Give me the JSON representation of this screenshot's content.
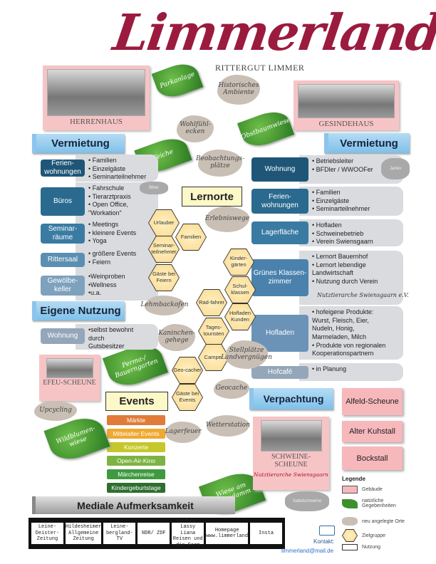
{
  "header": {
    "title": "Limmerland",
    "subtitle": "RITTERGUT LIMMER"
  },
  "buildings": {
    "herrenhaus": "HERRENHAUS",
    "gesindehaus": "GESINDEHAUS",
    "efeu": "EFEU-SCHEUNE",
    "schweine": "SCHWEINE-SCHEUNE",
    "schweine_sub": "Nutztierarche Swiensgaarn"
  },
  "left": {
    "heading": "Vermietung",
    "rows": [
      {
        "label": "Ferien-wohnungen",
        "items": [
          "• Familien",
          "• Einzelgäste",
          "• Seminarteilnehmer"
        ],
        "color": "#1f5677"
      },
      {
        "label": "Büros",
        "items": [
          "• Fahrschule",
          "• Tierarztpraxis",
          "• Open Office,",
          "  \"Workation\""
        ],
        "color": "#2a6a8f"
      },
      {
        "label": "Seminar-räume",
        "items": [
          "• Meetings",
          "• kleinere Events",
          "• Yoga"
        ],
        "color": "#3a7ba3"
      },
      {
        "label": "Rittersaal",
        "items": [
          "• größere Events",
          "• Feiern"
        ],
        "color": "#5a8fb2"
      },
      {
        "label": "Gewölbe-keller",
        "items": [
          "•Weinproben",
          "•Wellness",
          "•u.a."
        ],
        "color": "#7ea1bd"
      }
    ],
    "own_heading": "Eigene Nutzung",
    "own": {
      "label": "Wohnung",
      "items": [
        "•selbst bewohnt",
        "  durch",
        "  Gutsbesitzer"
      ]
    }
  },
  "right": {
    "heading": "Vermietung",
    "rows": [
      {
        "label": "Wohnung",
        "items": [
          "• Betriebsleiter",
          "• BFDler / WWOOFer"
        ],
        "color": "#1f5677"
      },
      {
        "label": "Ferien-wohnungen",
        "items": [
          "• Familien",
          "• Einzelgäste",
          "• Seminarteilnehmer"
        ],
        "color": "#2a6a8f"
      },
      {
        "label": "Lagerfläche",
        "items": [
          "• Hofladen",
          "• Schweinebetrieb",
          "• Verein Swiensgaarn"
        ],
        "color": "#3a7ba3"
      },
      {
        "label": "Grünes Klassen-zimmer",
        "items": [
          "• Lernort Bauernhof",
          "• Lernort lebendige",
          "   Landwirtschaft",
          "• Nutzung durch Verein"
        ],
        "color": "#4a82ad"
      },
      {
        "label": "Hofladen",
        "items": [
          "• hofeigene Produkte:",
          "  Wurst, Fleisch, Eier,",
          "  Nudeln, Honig,",
          "  Marmeladen, Milch",
          "• Produkte von regionalen",
          "  Kooperationspartnern"
        ],
        "color": "#6b93b8"
      },
      {
        "label": "Hofcafé",
        "items": [
          "• in Planung"
        ],
        "color": "#94a6b9"
      }
    ],
    "verein": "Nutztierarche Swiensgaarn e.V.",
    "lease_heading": "Verpachtung",
    "lease": [
      "Alfeld-Scheune",
      "Alter Kuhstall",
      "Bockstall"
    ]
  },
  "lernorte": {
    "heading": "Lernorte",
    "targets": [
      "Urlauber",
      "Familien",
      "Seminar-teilnehmer",
      "Gäste bei Feiern",
      "Kinder-gärten",
      "Schul-klassen",
      "Rad-fahrer",
      "Hofladen Kunden",
      "Tages-touristen",
      "Camper",
      "Geo-cacher",
      "Gäste bei Events"
    ]
  },
  "leaves": [
    "Parkanlage",
    "Obstbaumwiese",
    "Teiche",
    "Perma-/ Bauerngarten",
    "Wildblumen-wiese",
    "Wiese am Bahndamm"
  ],
  "places": [
    "Historisches Ambiente",
    "Wohlfühl-ecken",
    "Beobachtungs-plätze",
    "Erlebniswege",
    "Lehmbackofen",
    "Kaninchen-gehege",
    "Stellplätze Landvergnügen",
    "Geocache",
    "Wetterstation",
    "Lagerfeuer",
    "Upcycling"
  ],
  "animals": [
    "Biber",
    "Janko",
    "Sattelschweine"
  ],
  "events": {
    "heading": "Events",
    "items": [
      {
        "label": "Märkte",
        "color": "#e07b39"
      },
      {
        "label": "Mittelalter Events",
        "color": "#f0a830"
      },
      {
        "label": "Konzerte",
        "color": "#c5c82a"
      },
      {
        "label": "Open-Air-Kino",
        "color": "#7cb342"
      },
      {
        "label": "Märchenreise",
        "color": "#3f9a3f"
      },
      {
        "label": "Kindergeburtstage",
        "color": "#2e6e2e"
      }
    ]
  },
  "media": {
    "heading": "Mediale Aufmerksamkeit",
    "items": [
      "Leine-Deister-Zeitung",
      "Hildesheimer Allgemeine Zeitung",
      "Leine-bergland-TV",
      "NDR/ ZDF",
      "YouTube: Lassy Liana Reisen und die Farm",
      "Homepage www.limmerland",
      "Insta"
    ]
  },
  "contact": {
    "label": "Kontakt:",
    "email": "limmerland@mail.de"
  },
  "legend": {
    "title": "Legende",
    "items": [
      "Gebäude",
      "natürliche Gegebenheiten",
      "neu angelegte Orte",
      "Zielgruppe",
      "Nutzung"
    ]
  }
}
